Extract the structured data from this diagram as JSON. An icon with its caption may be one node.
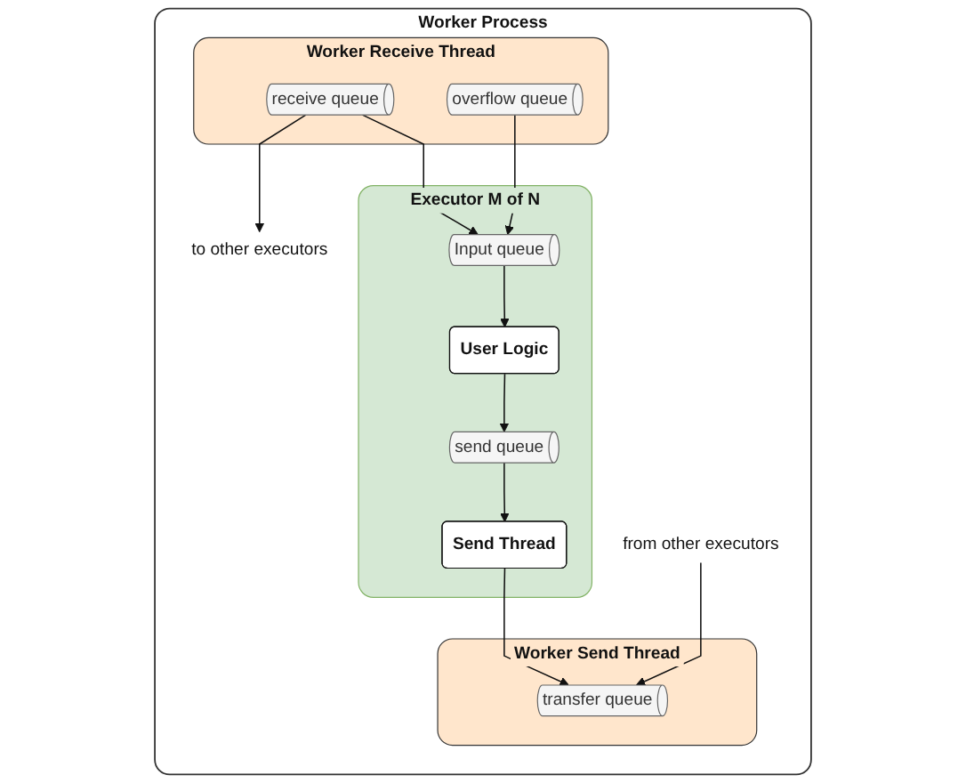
{
  "diagram": {
    "nodes": [
      {
        "text": [
          "Worker Process"
        ]
      },
      {
        "text": [
          "Executor M of N"
        ],
        "in": 0
      },
      {
        "text": [
          "User Logic"
        ],
        "in": 1
      },
      {
        "text": [
          "send queue"
        ],
        "in": 1
      },
      {
        "text": [
          "Send Thread"
        ],
        "in": 1
      },
      {
        "text": [
          "Input queue"
        ],
        "in": 1
      },
      {
        "text": [
          "to other executors"
        ],
        "in": 0
      },
      {
        "text": [
          "from other executors"
        ],
        "in": 0
      },
      {
        "text": [
          "Worker Receive Thread"
        ],
        "in": 0
      },
      {
        "text": [
          "receive queue"
        ],
        "in": 8
      },
      {
        "text": [
          "overflow queue"
        ],
        "in": 8
      },
      {
        "text": [
          "Worker Send Thread"
        ],
        "in": 0
      },
      {
        "text": [
          "transfer queue"
        ],
        "in": 11
      }
    ],
    "edges": [
      {
        "from": 2,
        "to": 3,
        "arrow": "to"
      },
      {
        "from": 3,
        "to": 4,
        "arrow": "to"
      },
      {
        "from": 5,
        "to": 2,
        "arrow": "to"
      },
      {
        "from": 9,
        "to": 6,
        "arrow": "to"
      },
      {
        "from": 9,
        "to": 5,
        "arrow": "to"
      },
      {
        "from": 10,
        "to": 5,
        "arrow": "to"
      },
      {
        "from": 4,
        "to": 12,
        "arrow": "to"
      },
      {
        "from": 7,
        "to": 12,
        "arrow": "to"
      }
    ]
  }
}
